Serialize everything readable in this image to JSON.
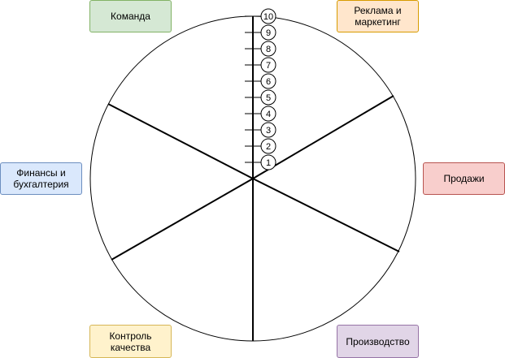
{
  "segments": [
    {
      "id": "team",
      "label": "Команда",
      "fill": "#d5e8d4",
      "stroke": "#82b366"
    },
    {
      "id": "marketing",
      "label": "Реклама и\nмаркетинг",
      "fill": "#ffe6cc",
      "stroke": "#d79b00"
    },
    {
      "id": "sales",
      "label": "Продажи",
      "fill": "#f8cecc",
      "stroke": "#b85450"
    },
    {
      "id": "finance",
      "label": "Финансы и\nбухгалтерия",
      "fill": "#dae8fc",
      "stroke": "#6c8ebf"
    },
    {
      "id": "quality",
      "label": "Контроль\nкачества",
      "fill": "#fff2cc",
      "stroke": "#d6b656"
    },
    {
      "id": "production",
      "label": "Производство",
      "fill": "#e1d5e7",
      "stroke": "#9673a6"
    }
  ],
  "scale": {
    "labels": [
      "1",
      "2",
      "3",
      "4",
      "5",
      "6",
      "7",
      "8",
      "9",
      "10"
    ]
  },
  "colors": {
    "line": "#000000",
    "background": "#ffffff"
  }
}
